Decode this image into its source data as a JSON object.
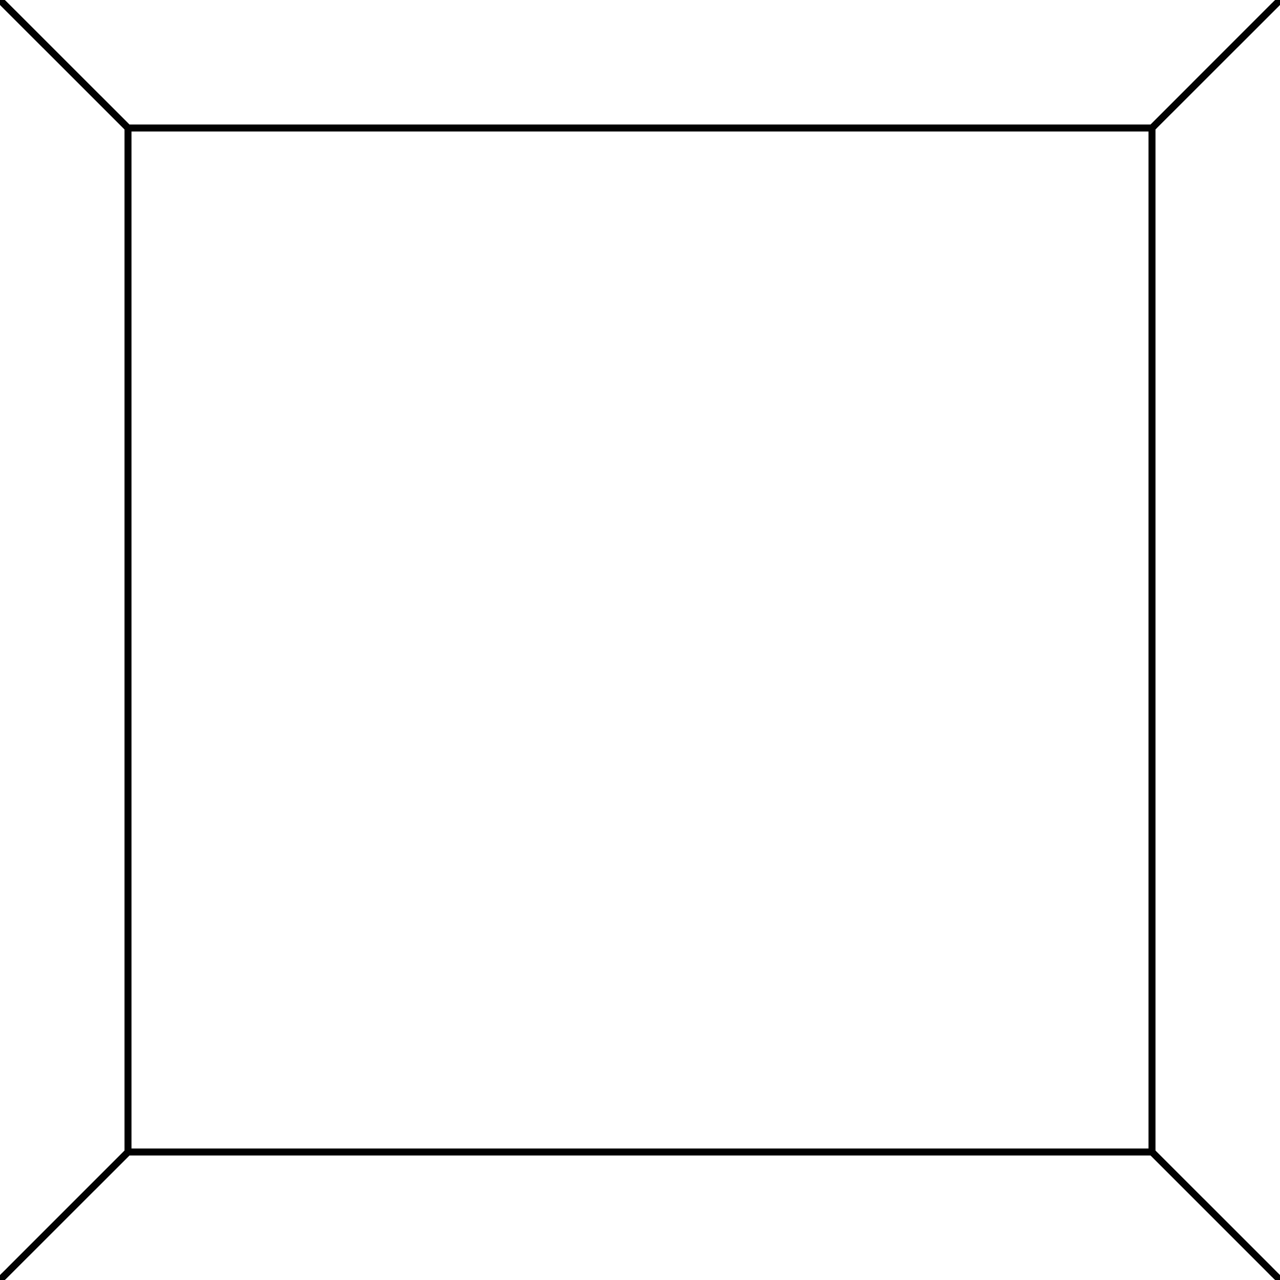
{
  "diagram": {
    "kind": "room-perspective-line-drawing",
    "background_color": "#ffffff",
    "line_color": "#000000",
    "elements": {
      "back_wall": "rectangle",
      "corner_lines": [
        "top-left",
        "top-right",
        "bottom-left",
        "bottom-right"
      ]
    }
  }
}
